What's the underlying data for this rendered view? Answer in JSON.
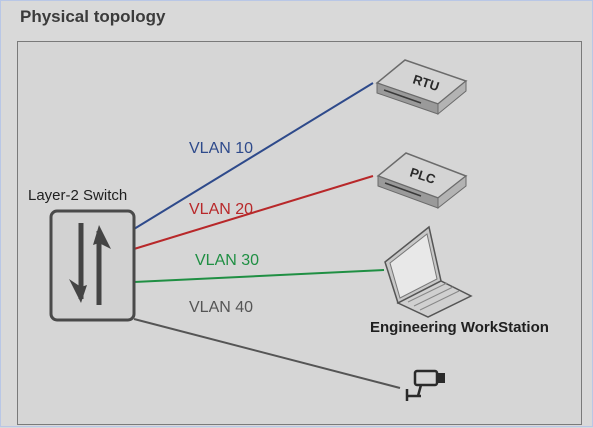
{
  "title": "Physical topology",
  "switch": {
    "label": "Layer-2 Switch",
    "icon": "layer2-switch-icon"
  },
  "links": [
    {
      "vlan": "VLAN 10",
      "color": "#2e4a8b",
      "target": "RTU"
    },
    {
      "vlan": "VLAN 20",
      "color": "#b8282a",
      "target": "PLC"
    },
    {
      "vlan": "VLAN 30",
      "color": "#1f8f43",
      "target": "Engineering WorkStation"
    },
    {
      "vlan": "VLAN 40",
      "color": "#555555",
      "target": "camera"
    }
  ],
  "devices": {
    "rtu": {
      "label": "RTU",
      "icon": "rtu-device-icon"
    },
    "plc": {
      "label": "PLC",
      "icon": "plc-device-icon"
    },
    "workstation": {
      "label": "Engineering WorkStation",
      "icon": "laptop-icon"
    },
    "camera": {
      "icon": "security-camera-icon"
    }
  }
}
